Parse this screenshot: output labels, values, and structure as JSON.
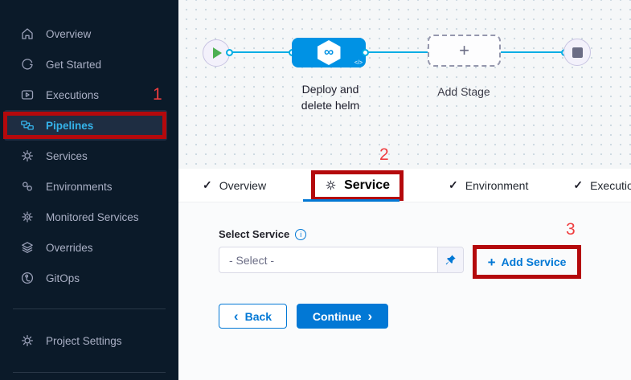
{
  "icons": {
    "check": "✓",
    "plus": "+",
    "info_i": "i",
    "back_chevron": "‹",
    "continue_chevron": "›",
    "infinity": "∞",
    "code_glyph": "</>"
  },
  "sidebar": {
    "items": [
      {
        "label": "Overview",
        "icon": "home-icon"
      },
      {
        "label": "Get Started",
        "icon": "get-started-icon"
      },
      {
        "label": "Executions",
        "icon": "executions-icon"
      },
      {
        "label": "Pipelines",
        "icon": "pipelines-icon",
        "active": true
      },
      {
        "label": "Services",
        "icon": "services-icon"
      },
      {
        "label": "Environments",
        "icon": "environments-icon"
      },
      {
        "label": "Monitored Services",
        "icon": "monitored-services-icon"
      },
      {
        "label": "Overrides",
        "icon": "overrides-icon"
      },
      {
        "label": "GitOps",
        "icon": "gitops-icon"
      }
    ],
    "footer_item": {
      "label": "Project Settings",
      "icon": "gear-icon"
    }
  },
  "canvas": {
    "stage_label_line1": "Deploy and",
    "stage_label_line2": "delete helm",
    "add_stage_label": "Add Stage"
  },
  "tabs": {
    "overview": "Overview",
    "service": "Service",
    "environment": "Environment",
    "execution": "Execution"
  },
  "form": {
    "select_service_label": "Select Service",
    "select_value": "- Select -",
    "add_service_label": "Add Service",
    "back_label": "Back",
    "continue_label": "Continue"
  },
  "annotations": {
    "one": "1",
    "two": "2",
    "three": "3"
  },
  "colors": {
    "accent_blue": "#0278d5",
    "stage_blue": "#0092e4",
    "line_cyan": "#00ade4",
    "annotation_red": "#b4090c",
    "active_nav_text": "#35b3ea",
    "sidebar_bg": "#0b1a29"
  }
}
